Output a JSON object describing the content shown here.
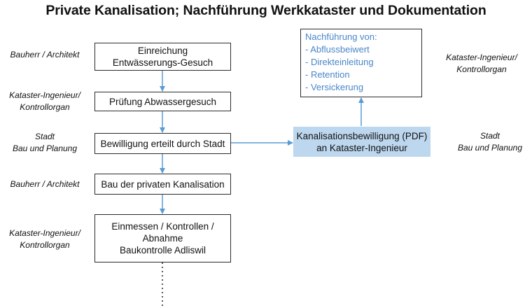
{
  "title": "Private Kanalisation; Nachführung Werkkataster und Dokumentation",
  "roles": {
    "bauherr_1": [
      "Bauherr / Architekt"
    ],
    "kataster_1": [
      "Kataster-Ingenieur/",
      "Kontrollorgan"
    ],
    "stadt_left": [
      "Stadt",
      "Bau und Planung"
    ],
    "bauherr_2": [
      "Bauherr / Architekt"
    ],
    "kataster_2": [
      "Kataster-Ingenieur/",
      "Kontrollorgan"
    ],
    "kataster_right": [
      "Kataster-Ingenieur/",
      "Kontrollorgan"
    ],
    "stadt_right": [
      "Stadt",
      "Bau und Planung"
    ]
  },
  "steps": {
    "einreichung": [
      "Einreichung",
      "Entwässerungs-Gesuch"
    ],
    "pruefung": [
      "Prüfung Abwassergesuch"
    ],
    "bewilligung": [
      "Bewilligung erteilt durch Stadt"
    ],
    "bau": [
      "Bau der privaten Kanalisation"
    ],
    "einmessen": [
      "Einmessen / Kontrollen /",
      "Abnahme",
      "Baukontrolle Adliswil"
    ],
    "kanalisationsbewilligung": [
      "Kanalisationsbewilligung (PDF)",
      "an Kataster-Ingenieur"
    ]
  },
  "nachfuehrung": {
    "heading": "Nachführung von:",
    "items": [
      "- Abflussbeiwert",
      "- Direkteinleitung",
      "- Retention",
      "- Versickerung"
    ]
  },
  "colors": {
    "arrow": "#5b9bd5",
    "highlight_box": "#bdd7ee",
    "nachfuehrung_text": "#4a86c8"
  }
}
